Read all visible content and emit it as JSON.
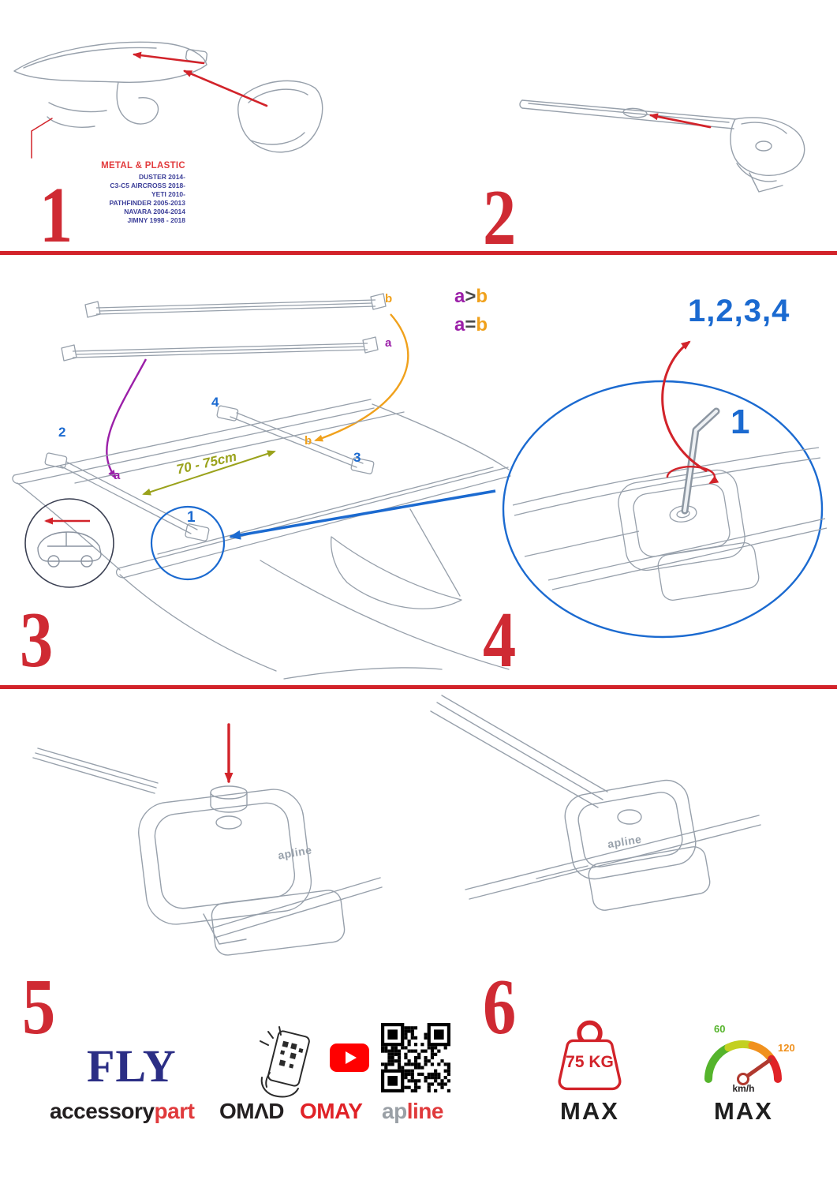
{
  "colors": {
    "accent_red": "#d2232a",
    "callout_blue": "#1b6ad0",
    "label_purple": "#9b1fa8",
    "label_orange": "#f0a11c",
    "measure_olive": "#9aa21b",
    "models_navy": "#3c3f99",
    "product_navy": "#2b2e85",
    "brand_red": "#e03a3c",
    "youtube_red": "#ff0000",
    "speedo_green": "#55b42c",
    "speedo_orange": "#f0911e"
  },
  "step1": {
    "number": "1",
    "heading": "METAL & PLASTIC",
    "models": [
      "DUSTER 2014-",
      "C3-C5 AIRCROSS 2018-",
      "YETI 2010-",
      "PATHFINDER 2005-2013",
      "NAVARA 2004-2014",
      "JIMNY 1998 - 2018"
    ]
  },
  "step2": {
    "number": "2"
  },
  "step3": {
    "number": "3",
    "compare1": {
      "a": "a",
      "op": ">",
      "b": "b"
    },
    "compare2": {
      "a": "a",
      "op": "=",
      "b": "b"
    },
    "bar_label_top": "b",
    "bar_label_bottom": "a",
    "measurement": "70 - 75cm",
    "pos1": "1",
    "pos2": "2",
    "pos3": "3",
    "pos4": "4",
    "pos_a": "a",
    "pos_b": "b"
  },
  "step4": {
    "number": "4",
    "sequence": "1,2,3,4",
    "ref": "1"
  },
  "step5": {
    "number": "5",
    "logo": "apline"
  },
  "step6": {
    "number": "6",
    "logo": "apline"
  },
  "footer": {
    "product": "FLY",
    "brand1_part1": "accessory",
    "brand1_part2": "part",
    "brand2": "OMΛD",
    "brand3": "OMAY",
    "brand4_part1": "ap",
    "brand4_part2": "line",
    "weight": {
      "value": "75 KG",
      "max": "MAX"
    },
    "speed": {
      "low": "60",
      "high": "120",
      "unit": "km/h",
      "max": "MAX"
    }
  }
}
